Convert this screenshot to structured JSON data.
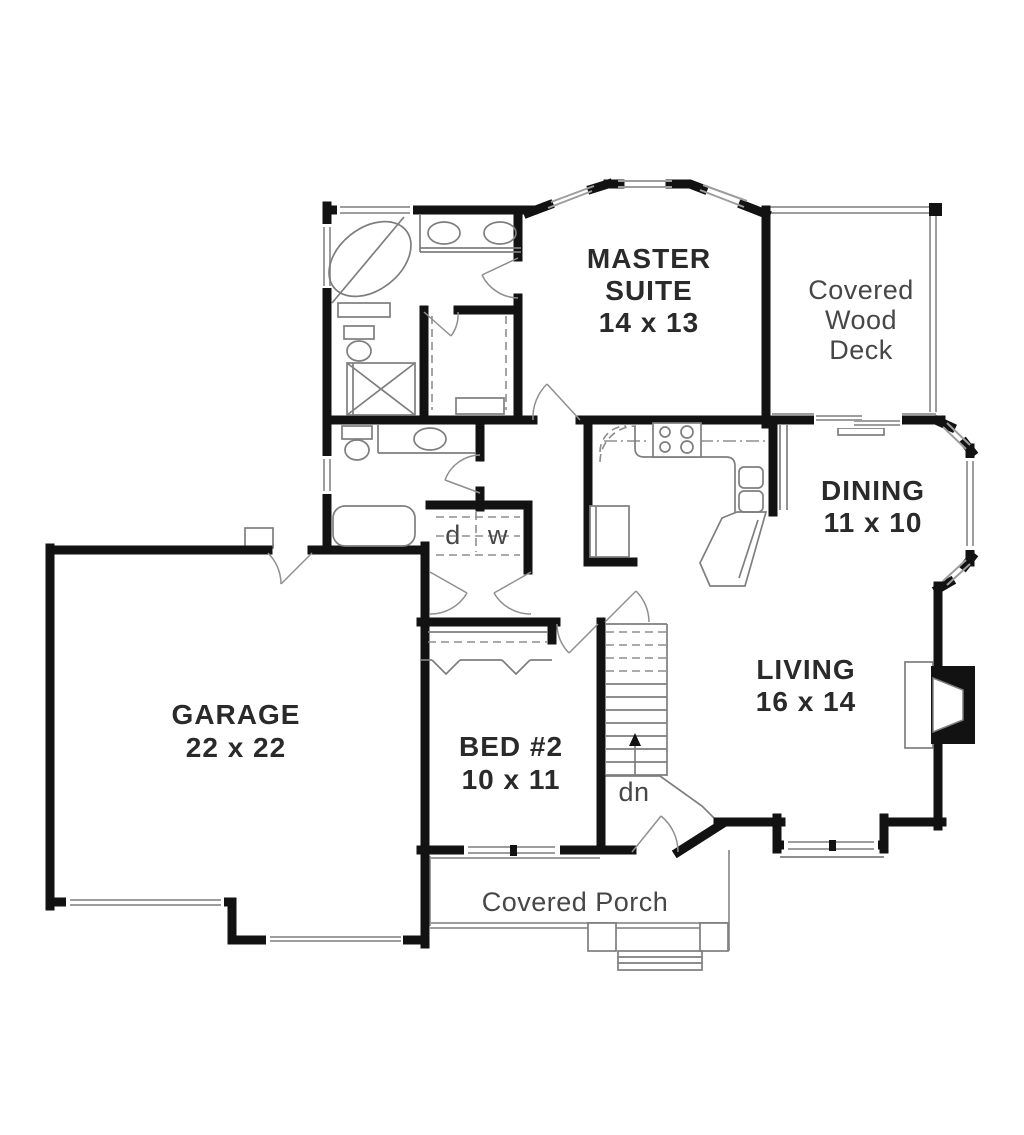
{
  "title": "House first-floor plan",
  "colors": {
    "wall": "#121212",
    "fixture_line": "#7e7e7e",
    "window_line": "#9d9d9d",
    "label_bold": "#2a2a2a",
    "label_regular": "#474747",
    "background": "#ffffff"
  },
  "rooms": {
    "master_suite": {
      "line1": "MASTER",
      "line2": "SUITE",
      "dims": "14 x 13"
    },
    "covered_deck": {
      "line1": "Covered",
      "line2": "Wood",
      "line3": "Deck"
    },
    "dining": {
      "name": "DINING",
      "dims": "11 x 10"
    },
    "living": {
      "name": "LIVING",
      "dims": "16 x 14"
    },
    "garage": {
      "name": "GARAGE",
      "dims": "22 x 22"
    },
    "bed2": {
      "name": "BED #2",
      "dims": "10 x 11"
    },
    "covered_porch": {
      "name": "Covered Porch"
    },
    "laundry": {
      "dryer": "d",
      "washer": "w"
    },
    "stairs": {
      "direction": "dn"
    }
  }
}
